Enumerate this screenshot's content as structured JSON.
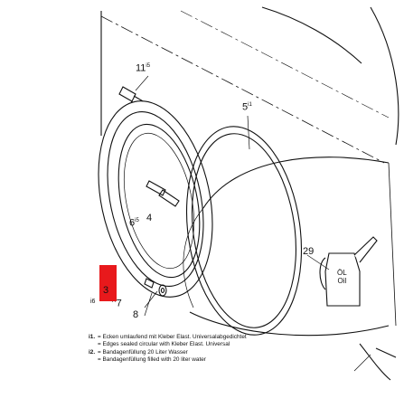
{
  "callouts": {
    "c11": "11",
    "c11_sup": "i5",
    "c5": "5",
    "c5_sup": "i1",
    "c6": "6",
    "c6_sup": "i5",
    "c4": "4",
    "c29": "29",
    "c3": "3",
    "c7": "7",
    "c7_sup": "i4",
    "c8": "8",
    "c_i6": "i6"
  },
  "can_label": {
    "line1": "ÖL",
    "line2": "Oil"
  },
  "notes": [
    {
      "key": "i1.",
      "text": "= Ecken umlaufend mit Kleber Elast. Universalabgedichtet"
    },
    {
      "key": "",
      "text": "= Edges sealed circular with Kleber Elast. Universal"
    },
    {
      "key": "i2.",
      "text": "= Bandagenfüllung 20 Liter Wasser"
    },
    {
      "key": "",
      "text": "= Bandagenfüllung filled with 20 liter water"
    }
  ],
  "colors": {
    "marker": "#e8191c",
    "line": "#111111"
  }
}
